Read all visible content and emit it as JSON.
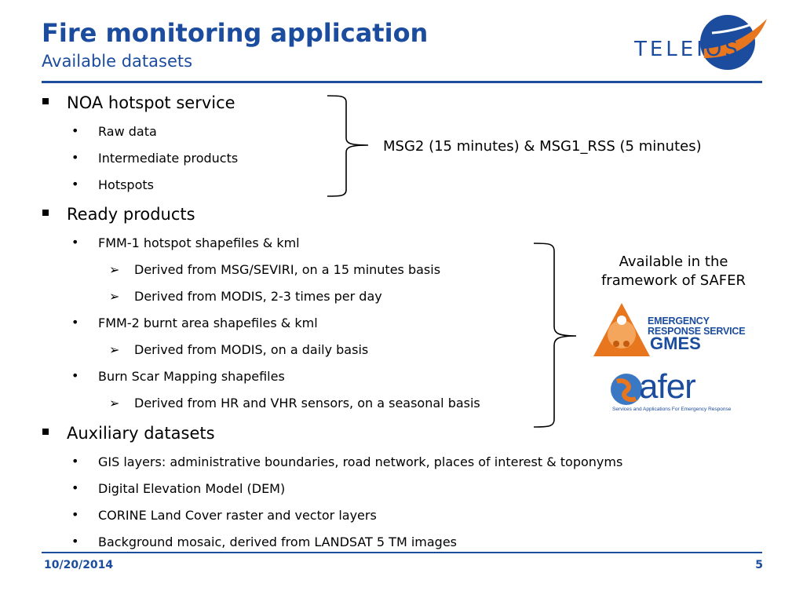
{
  "slide": {
    "title": "Fire monitoring application",
    "subtitle": "Available datasets",
    "footer_date": "10/20/2014",
    "footer_page": "5"
  },
  "colors": {
    "accent": "#1b4c9e",
    "logo_orange": "#e8761e"
  },
  "logo": {
    "text": "TELEIOS"
  },
  "sections": [
    {
      "label": "NOA hotspot service",
      "items": [
        {
          "label": "Raw data"
        },
        {
          "label": "Intermediate products"
        },
        {
          "label": "Hotspots"
        }
      ]
    },
    {
      "label": "Ready products",
      "items": [
        {
          "label": "FMM-1 hotspot shapefiles & kml",
          "subitems": [
            "Derived from MSG/SEVIRI, on a 15 minutes basis",
            "Derived from MODIS, 2-3 times per day"
          ]
        },
        {
          "label": "FMM-2 burnt area shapefiles & kml",
          "subitems": [
            "Derived from MODIS, on a daily basis"
          ]
        },
        {
          "label": "Burn Scar Mapping shapefiles",
          "subitems": [
            "Derived from HR and VHR sensors, on a seasonal basis"
          ]
        }
      ]
    },
    {
      "label": "Auxiliary datasets",
      "items": [
        {
          "label": "GIS layers: administrative boundaries, road network, places of interest & toponyms"
        },
        {
          "label": "Digital Elevation Model (DEM)"
        },
        {
          "label": "CORINE Land Cover raster and vector layers"
        },
        {
          "label": "Background mosaic, derived from LANDSAT 5 TM images"
        }
      ]
    }
  ],
  "annotations": {
    "msg_note": "MSG2 (15 minutes) & MSG1_RSS (5 minutes)",
    "safer_note_line1": "Available in the",
    "safer_note_line2": "framework of SAFER"
  },
  "gmes_logo": {
    "line1": "EMERGENCY",
    "line2": "RESPONSE SERVICE",
    "word": "GMES"
  },
  "safer_logo": {
    "word": "afer",
    "tagline": "Services and Applications For Emergency Response"
  }
}
